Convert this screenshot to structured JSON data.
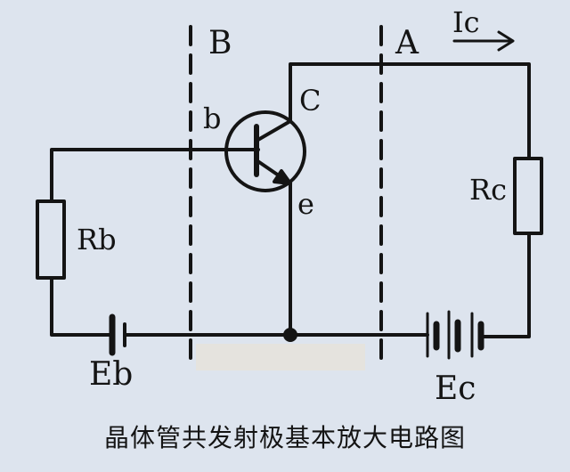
{
  "labels": {
    "boundary_b": "B",
    "boundary_a": "A",
    "collector_current": "Ic",
    "base_terminal": "b",
    "collector_terminal": "C",
    "emitter_terminal": "e",
    "base_resistor": "Rb",
    "collector_resistor": "Rc",
    "base_battery": "Eb",
    "collector_battery": "Ec"
  },
  "caption": "晶体管共发射极基本放大电路图",
  "colors": {
    "background": "#dde4ee",
    "ink": "#141414"
  }
}
